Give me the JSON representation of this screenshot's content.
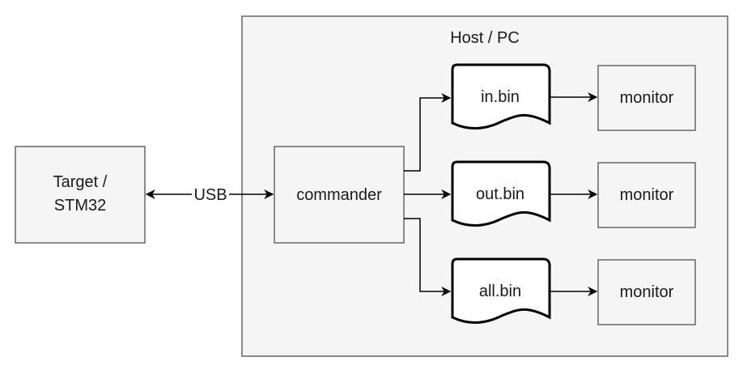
{
  "host": {
    "title": "Host / PC"
  },
  "target": {
    "line1": "Target /",
    "line2": "STM32"
  },
  "link": {
    "label": "USB"
  },
  "commander": {
    "label": "commander"
  },
  "files": [
    {
      "label": "in.bin"
    },
    {
      "label": "out.bin"
    },
    {
      "label": "all.bin"
    }
  ],
  "monitors": [
    {
      "label": "monitor"
    },
    {
      "label": "monitor"
    },
    {
      "label": "monitor"
    }
  ],
  "colors": {
    "box_fill": "#f5f5f5",
    "box_stroke": "#666666",
    "file_stroke": "#000000",
    "line": "#000000"
  }
}
